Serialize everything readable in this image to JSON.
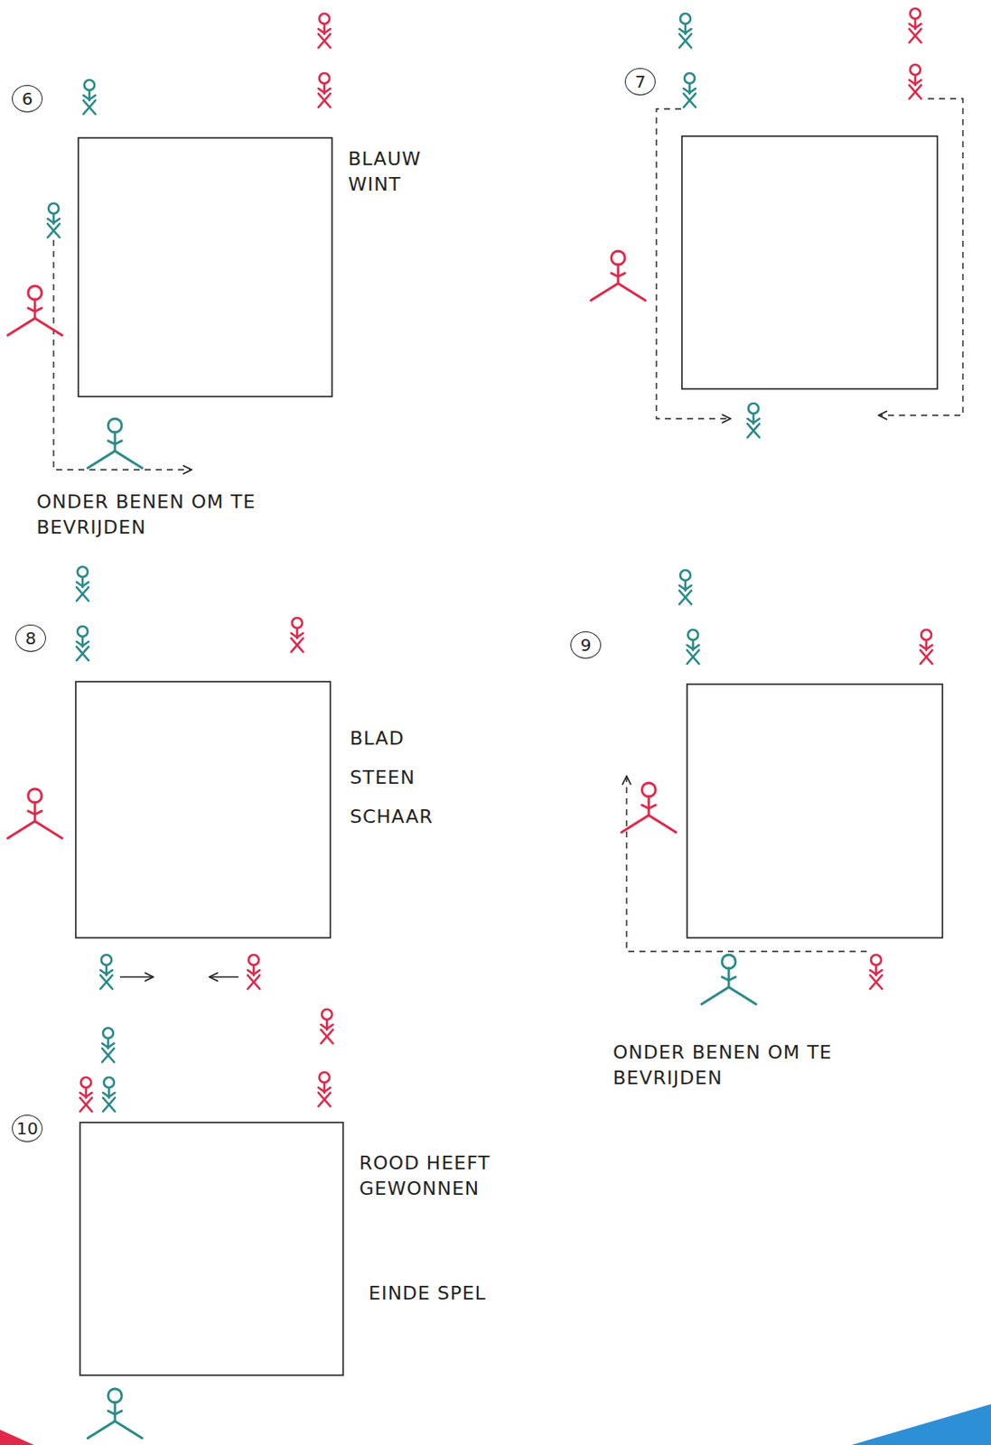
{
  "diagram": {
    "labels": [
      "6",
      "BLAUW WINT",
      "ONDER BENEN OM TE BEVRIJDEN",
      "7",
      "8",
      "BLAD STEEN SCHAAR",
      "9",
      "ONDER BENEN OM TE BEVRIJDEN",
      "10",
      "ROOD HEEFT GEWONNEN",
      "EINDE SPEL"
    ]
  }
}
